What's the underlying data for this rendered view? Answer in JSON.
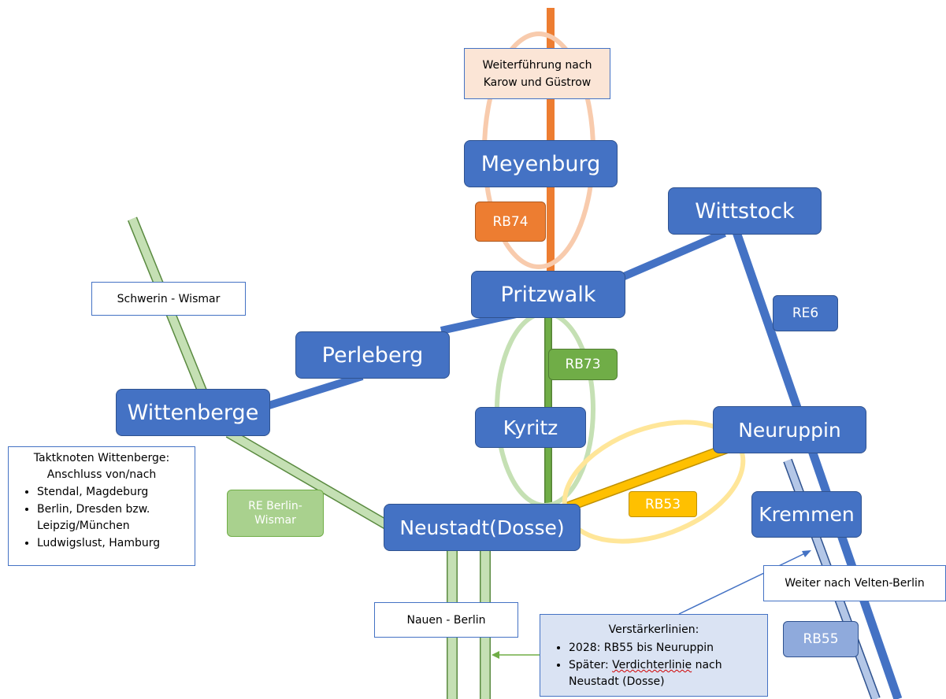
{
  "stations": {
    "meyenburg": "Meyenburg",
    "wittstock": "Wittstock",
    "pritzwalk": "Pritzwalk",
    "perleberg": "Perleberg",
    "wittenberge": "Wittenberge",
    "kyritz": "Kyritz",
    "neuruppin": "Neuruppin",
    "kremmen": "Kremmen",
    "neustadt": "Neustadt(Dosse)"
  },
  "lines": {
    "rb74": "RB74",
    "re6": "RE6",
    "rb73": "RB73",
    "rb53": "RB53",
    "re_berlin_wismar": "RE Berlin-Wismar",
    "rb55": "RB55"
  },
  "notes": {
    "karow": "Weiterführung nach Karow und Güstrow",
    "schwerin": "Schwerin - Wismar",
    "taktknoten_title": "Taktknoten Wittenberge:",
    "taktknoten_sub": "Anschluss von/nach",
    "taktknoten_items": [
      "Stendal, Magdeburg",
      "Berlin, Dresden bzw. Leipzig/München",
      "Ludwigslust, Hamburg"
    ],
    "nauen": "Nauen - Berlin",
    "velten": "Weiter nach Velten-Berlin",
    "verstaerker_title": "Verstärkerlinien:",
    "verstaerker_item1": "2028: RB55 bis Neuruppin",
    "verstaerker_item2_prefix": "Später: ",
    "verstaerker_item2_word": "Verdichterlinie",
    "verstaerker_item2_suffix": " nach Neustadt (Dosse)"
  },
  "colors": {
    "station": "#4472c4",
    "rb74": "#ed7d31",
    "rb73": "#70ad47",
    "rb53": "#ffc000",
    "re_berlin_wismar": "#a9d18e",
    "rb55": "#8faadc"
  }
}
